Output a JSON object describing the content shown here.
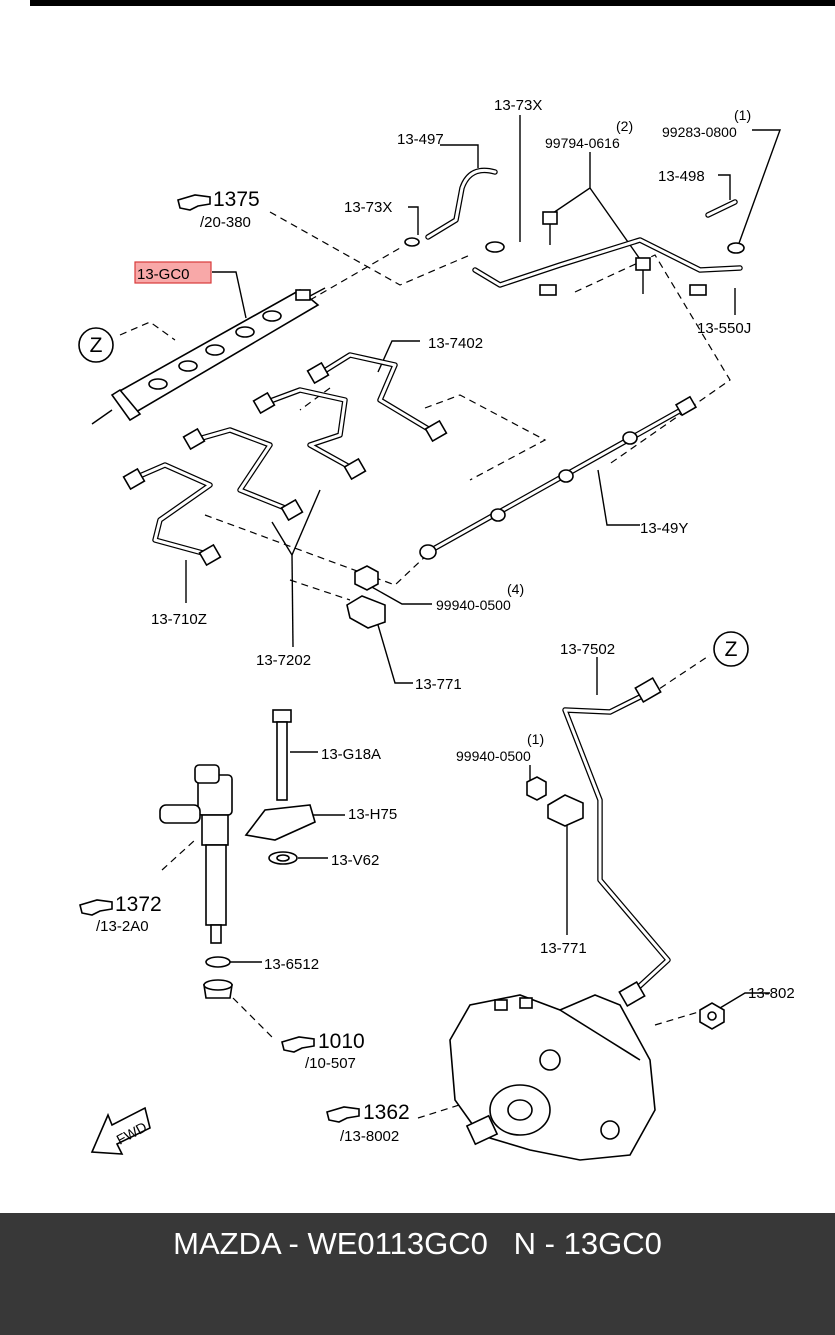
{
  "diagram": {
    "labels": {
      "l_73x_top": "13-73X",
      "l_497": "13-497",
      "l_99794": "99794-0616",
      "l_99794_q": "(2)",
      "l_99283": "99283-0800",
      "l_99283_q": "(1)",
      "l_1375": "1375",
      "l_20_380": "/20-380",
      "l_73x_left": "13-73X",
      "l_498": "13-498",
      "l_gc0": "13-GC0",
      "l_550j": "13-550J",
      "l_z1": "Z",
      "l_7402": "13-7402",
      "l_49y": "13-49Y",
      "l_99940_a": "99940-0500",
      "l_99940_a_q": "(4)",
      "l_710z": "13-710Z",
      "l_7202": "13-7202",
      "l_771_a": "13-771",
      "l_7502": "13-7502",
      "l_z2": "Z",
      "l_99940_b": "99940-0500",
      "l_99940_b_q": "(1)",
      "l_g18a": "13-G18A",
      "l_h75": "13-H75",
      "l_v62": "13-V62",
      "l_1372": "1372",
      "l_13_2a0": "/13-2A0",
      "l_771_b": "13-771",
      "l_6512": "13-6512",
      "l_802": "13-802",
      "l_1010": "1010",
      "l_10_507": "/10-507",
      "l_1362": "1362",
      "l_13_8002": "/13-8002",
      "l_fwd": "FWD"
    },
    "highlight_color": "#f8a8a8"
  },
  "footer": {
    "text": "MAZDA - WE0113GC0   N - 13GC0",
    "background": "#383838",
    "color": "#ffffff"
  }
}
